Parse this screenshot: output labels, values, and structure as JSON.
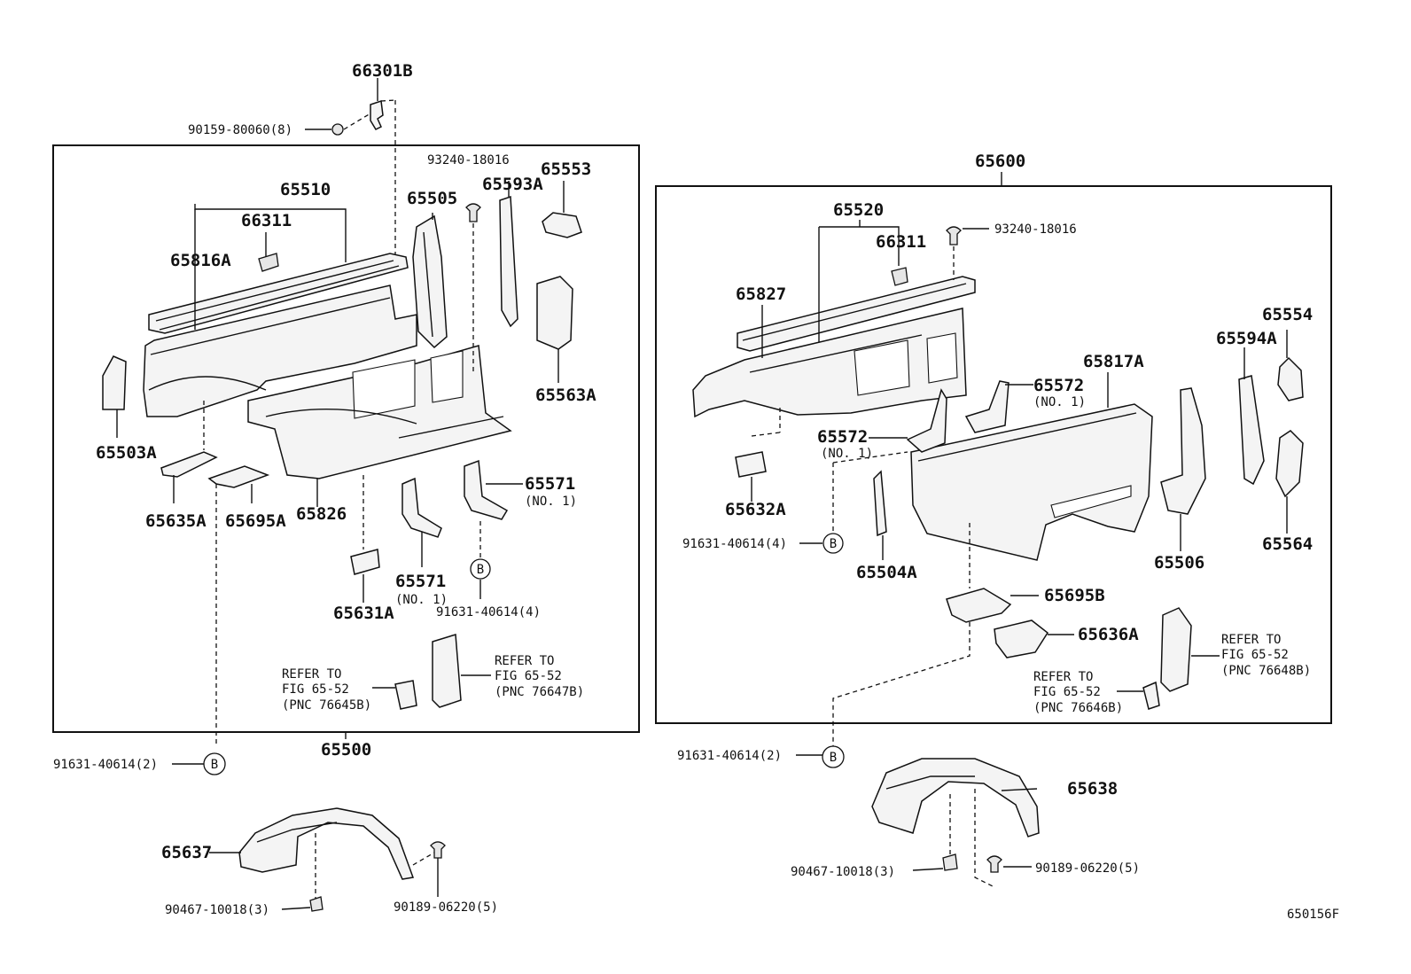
{
  "diagram_id": "650156F",
  "left_group": {
    "assembly": "65500",
    "labels": {
      "p66301B": "66301B",
      "p90159": "90159-80060(8)",
      "p93240": "93240-18016",
      "p65553": "65553",
      "p65593A": "65593A",
      "p65505": "65505",
      "p65510": "65510",
      "p66311": "66311",
      "p65816A": "65816A",
      "p65563A": "65563A",
      "p65503A": "65503A",
      "p65635A": "65635A",
      "p65695A": "65695A",
      "p65826": "65826",
      "p65571a": "65571",
      "p65571a_sub": "(NO. 1)",
      "p65571b": "65571",
      "p65571b_sub": "(NO. 1)",
      "p91631_4": "91631-40614(4)",
      "p65631A": "65631A",
      "ref1_line1": "REFER TO",
      "ref1_line2": "FIG 65-52",
      "ref1_line3": "(PNC 76645B)",
      "ref2_line1": "REFER TO",
      "ref2_line2": "FIG 65-52",
      "ref2_line3": "(PNC 76647B)",
      "p91631_2": "91631-40614(2)",
      "p65637": "65637",
      "p90467": "90467-10018(3)",
      "p90189": "90189-06220(5)"
    }
  },
  "right_group": {
    "assembly": "65600",
    "labels": {
      "p65520": "65520",
      "p93240": "93240-18016",
      "p66311": "66311",
      "p65827": "65827",
      "p65554": "65554",
      "p65594A": "65594A",
      "p65817A": "65817A",
      "p65572a": "65572",
      "p65572a_sub": "(NO. 1)",
      "p65572b": "65572",
      "p65572b_sub": "(NO. 1)",
      "p65632A": "65632A",
      "p91631_4": "91631-40614(4)",
      "p65504A": "65504A",
      "p65506": "65506",
      "p65564": "65564",
      "p65695B": "65695B",
      "p65636A": "65636A",
      "ref1_line1": "REFER TO",
      "ref1_line2": "FIG 65-52",
      "ref1_line3": "(PNC 76648B)",
      "ref2_line1": "REFER TO",
      "ref2_line2": "FIG 65-52",
      "ref2_line3": "(PNC 76646B)",
      "p91631_2": "91631-40614(2)",
      "p65638": "65638",
      "p90467": "90467-10018(3)",
      "p90189": "90189-06220(5)"
    }
  },
  "callout_letter": "B"
}
